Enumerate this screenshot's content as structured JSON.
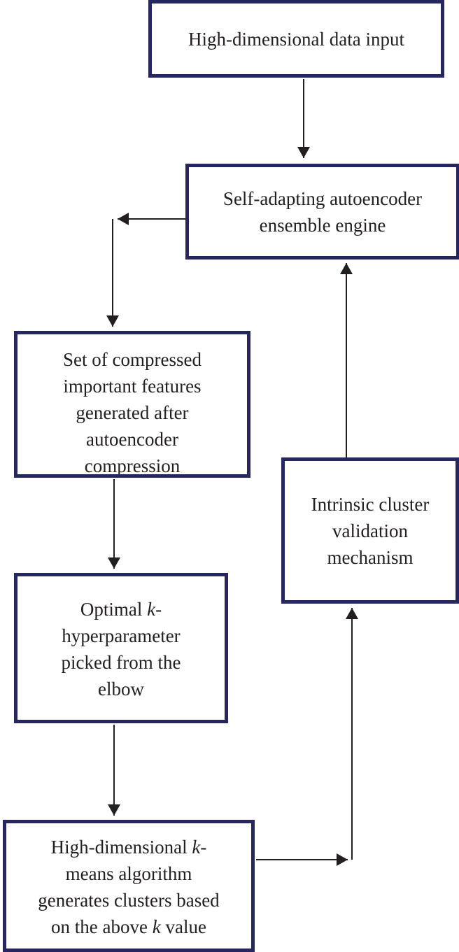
{
  "diagram": {
    "nodes": {
      "input": {
        "text": "High-dimensional data input"
      },
      "engine": {
        "text_line1": "Self-adapting autoencoder",
        "text_line2": "ensemble engine"
      },
      "features": {
        "line1": "Set of compressed",
        "line2": "important features",
        "line3": "generated after",
        "line4": "autoencoder",
        "line5": "compression"
      },
      "validation": {
        "line1": "Intrinsic cluster",
        "line2": "validation",
        "line3": "mechanism"
      },
      "optimal": {
        "line1_a": "Optimal ",
        "line1_k": "k",
        "line1_b": "-",
        "line2": "hyperparameter",
        "line3": "picked from the",
        "line4": "elbow"
      },
      "kmeans": {
        "line1_a": "High-dimensional ",
        "line1_k": "k",
        "line1_b": "-",
        "line2": "means algorithm",
        "line3": "generates clusters based",
        "line4_a": "on the above ",
        "line4_k": "k",
        "line4_b": " value"
      }
    },
    "edges": [
      {
        "from": "input",
        "to": "engine"
      },
      {
        "from": "engine",
        "to": "features"
      },
      {
        "from": "features",
        "to": "optimal"
      },
      {
        "from": "optimal",
        "to": "kmeans"
      },
      {
        "from": "kmeans",
        "to": "validation"
      },
      {
        "from": "validation",
        "to": "engine"
      }
    ],
    "colors": {
      "box_border": "#26275f",
      "arrow": "#231f20",
      "text": "#231f20"
    }
  }
}
